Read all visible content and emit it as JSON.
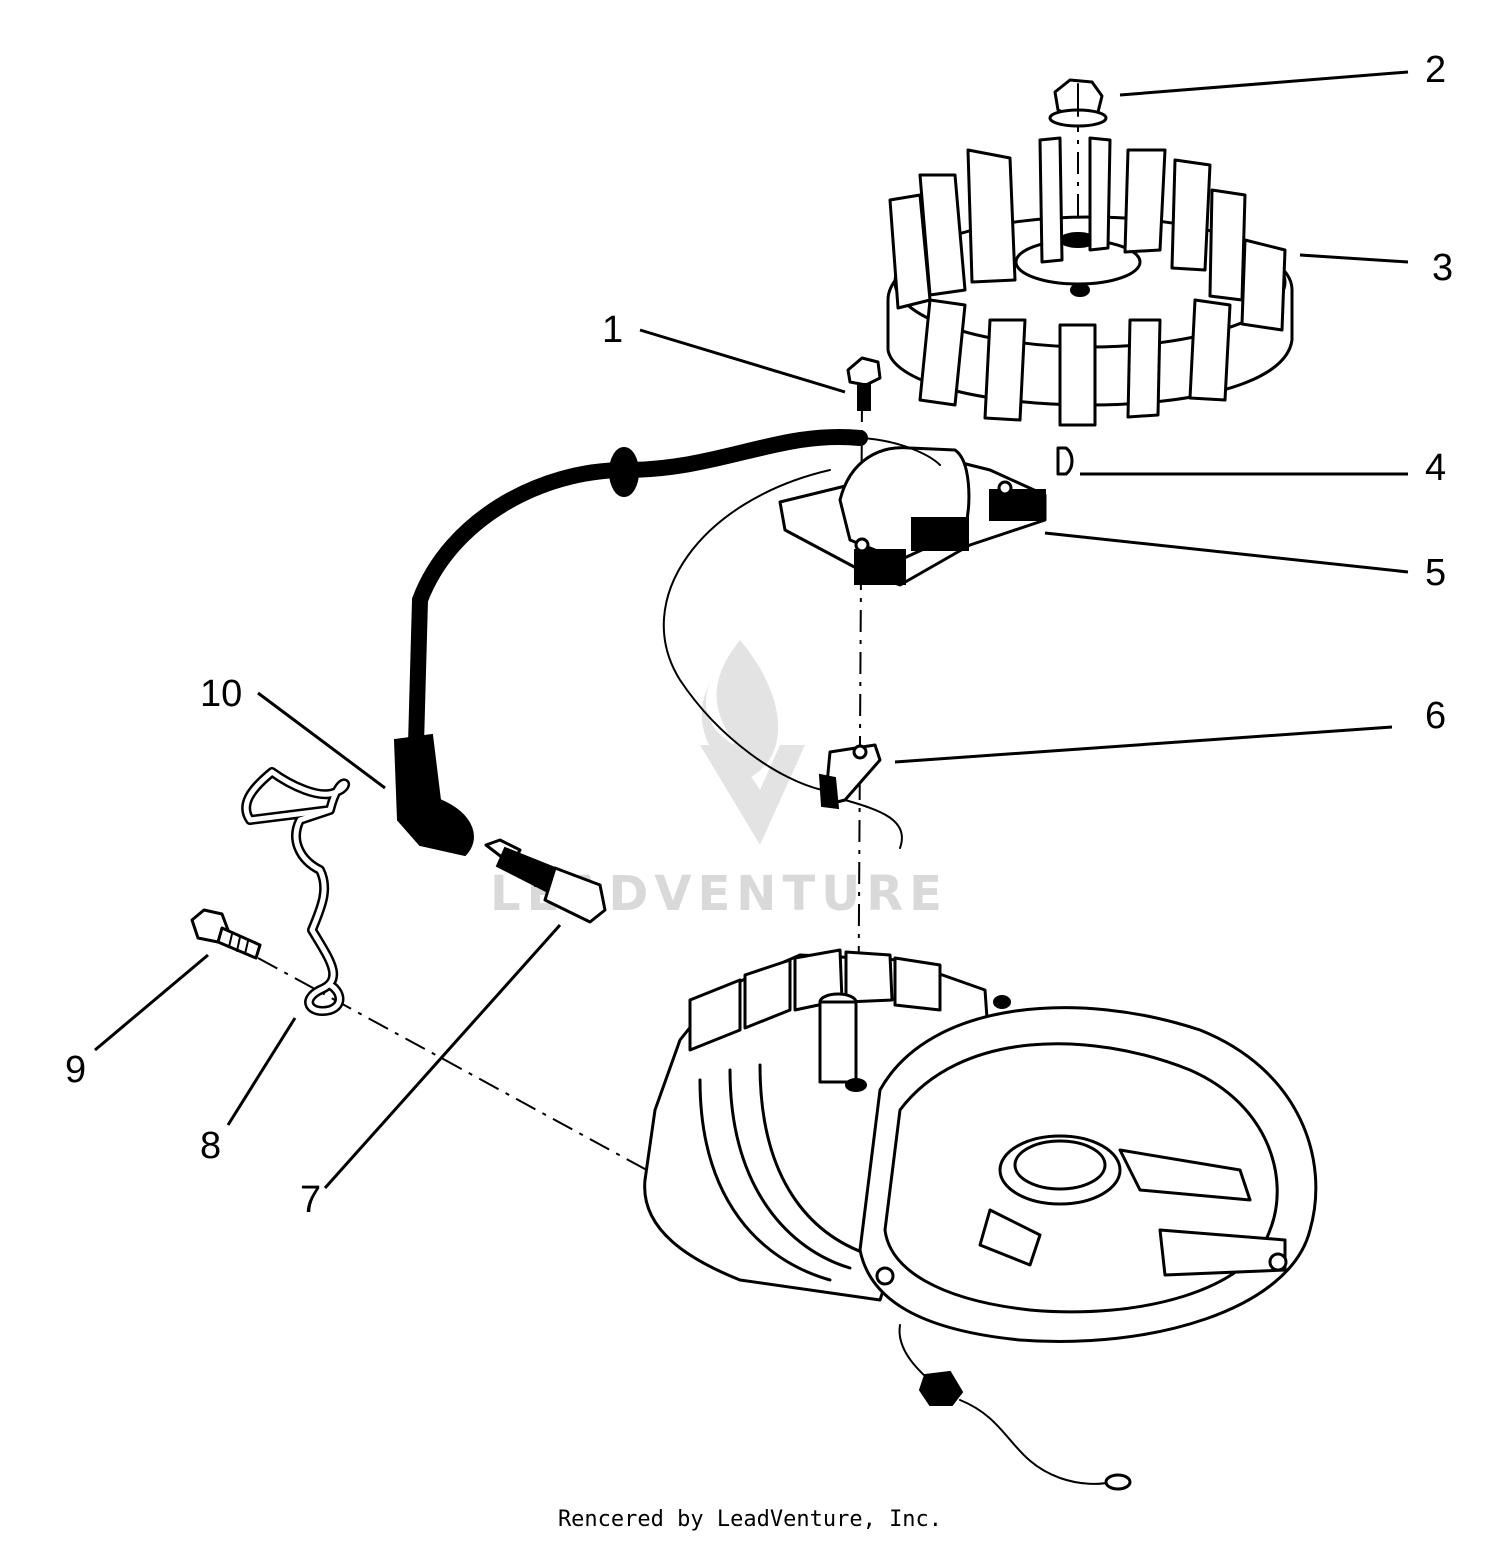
{
  "callouts": [
    {
      "num": "1"
    },
    {
      "num": "2"
    },
    {
      "num": "3"
    },
    {
      "num": "4"
    },
    {
      "num": "5"
    },
    {
      "num": "6"
    },
    {
      "num": "7"
    },
    {
      "num": "8"
    },
    {
      "num": "9"
    },
    {
      "num": "10"
    }
  ],
  "watermark": {
    "text": "LEADVENTURE",
    "logo": "leadventure-flame-logo"
  },
  "footer": {
    "credit": "Rencered by LeadVenture, Inc."
  },
  "colors": {
    "line": "#000000",
    "watermark": "#d9d9d9",
    "background": "#ffffff"
  }
}
